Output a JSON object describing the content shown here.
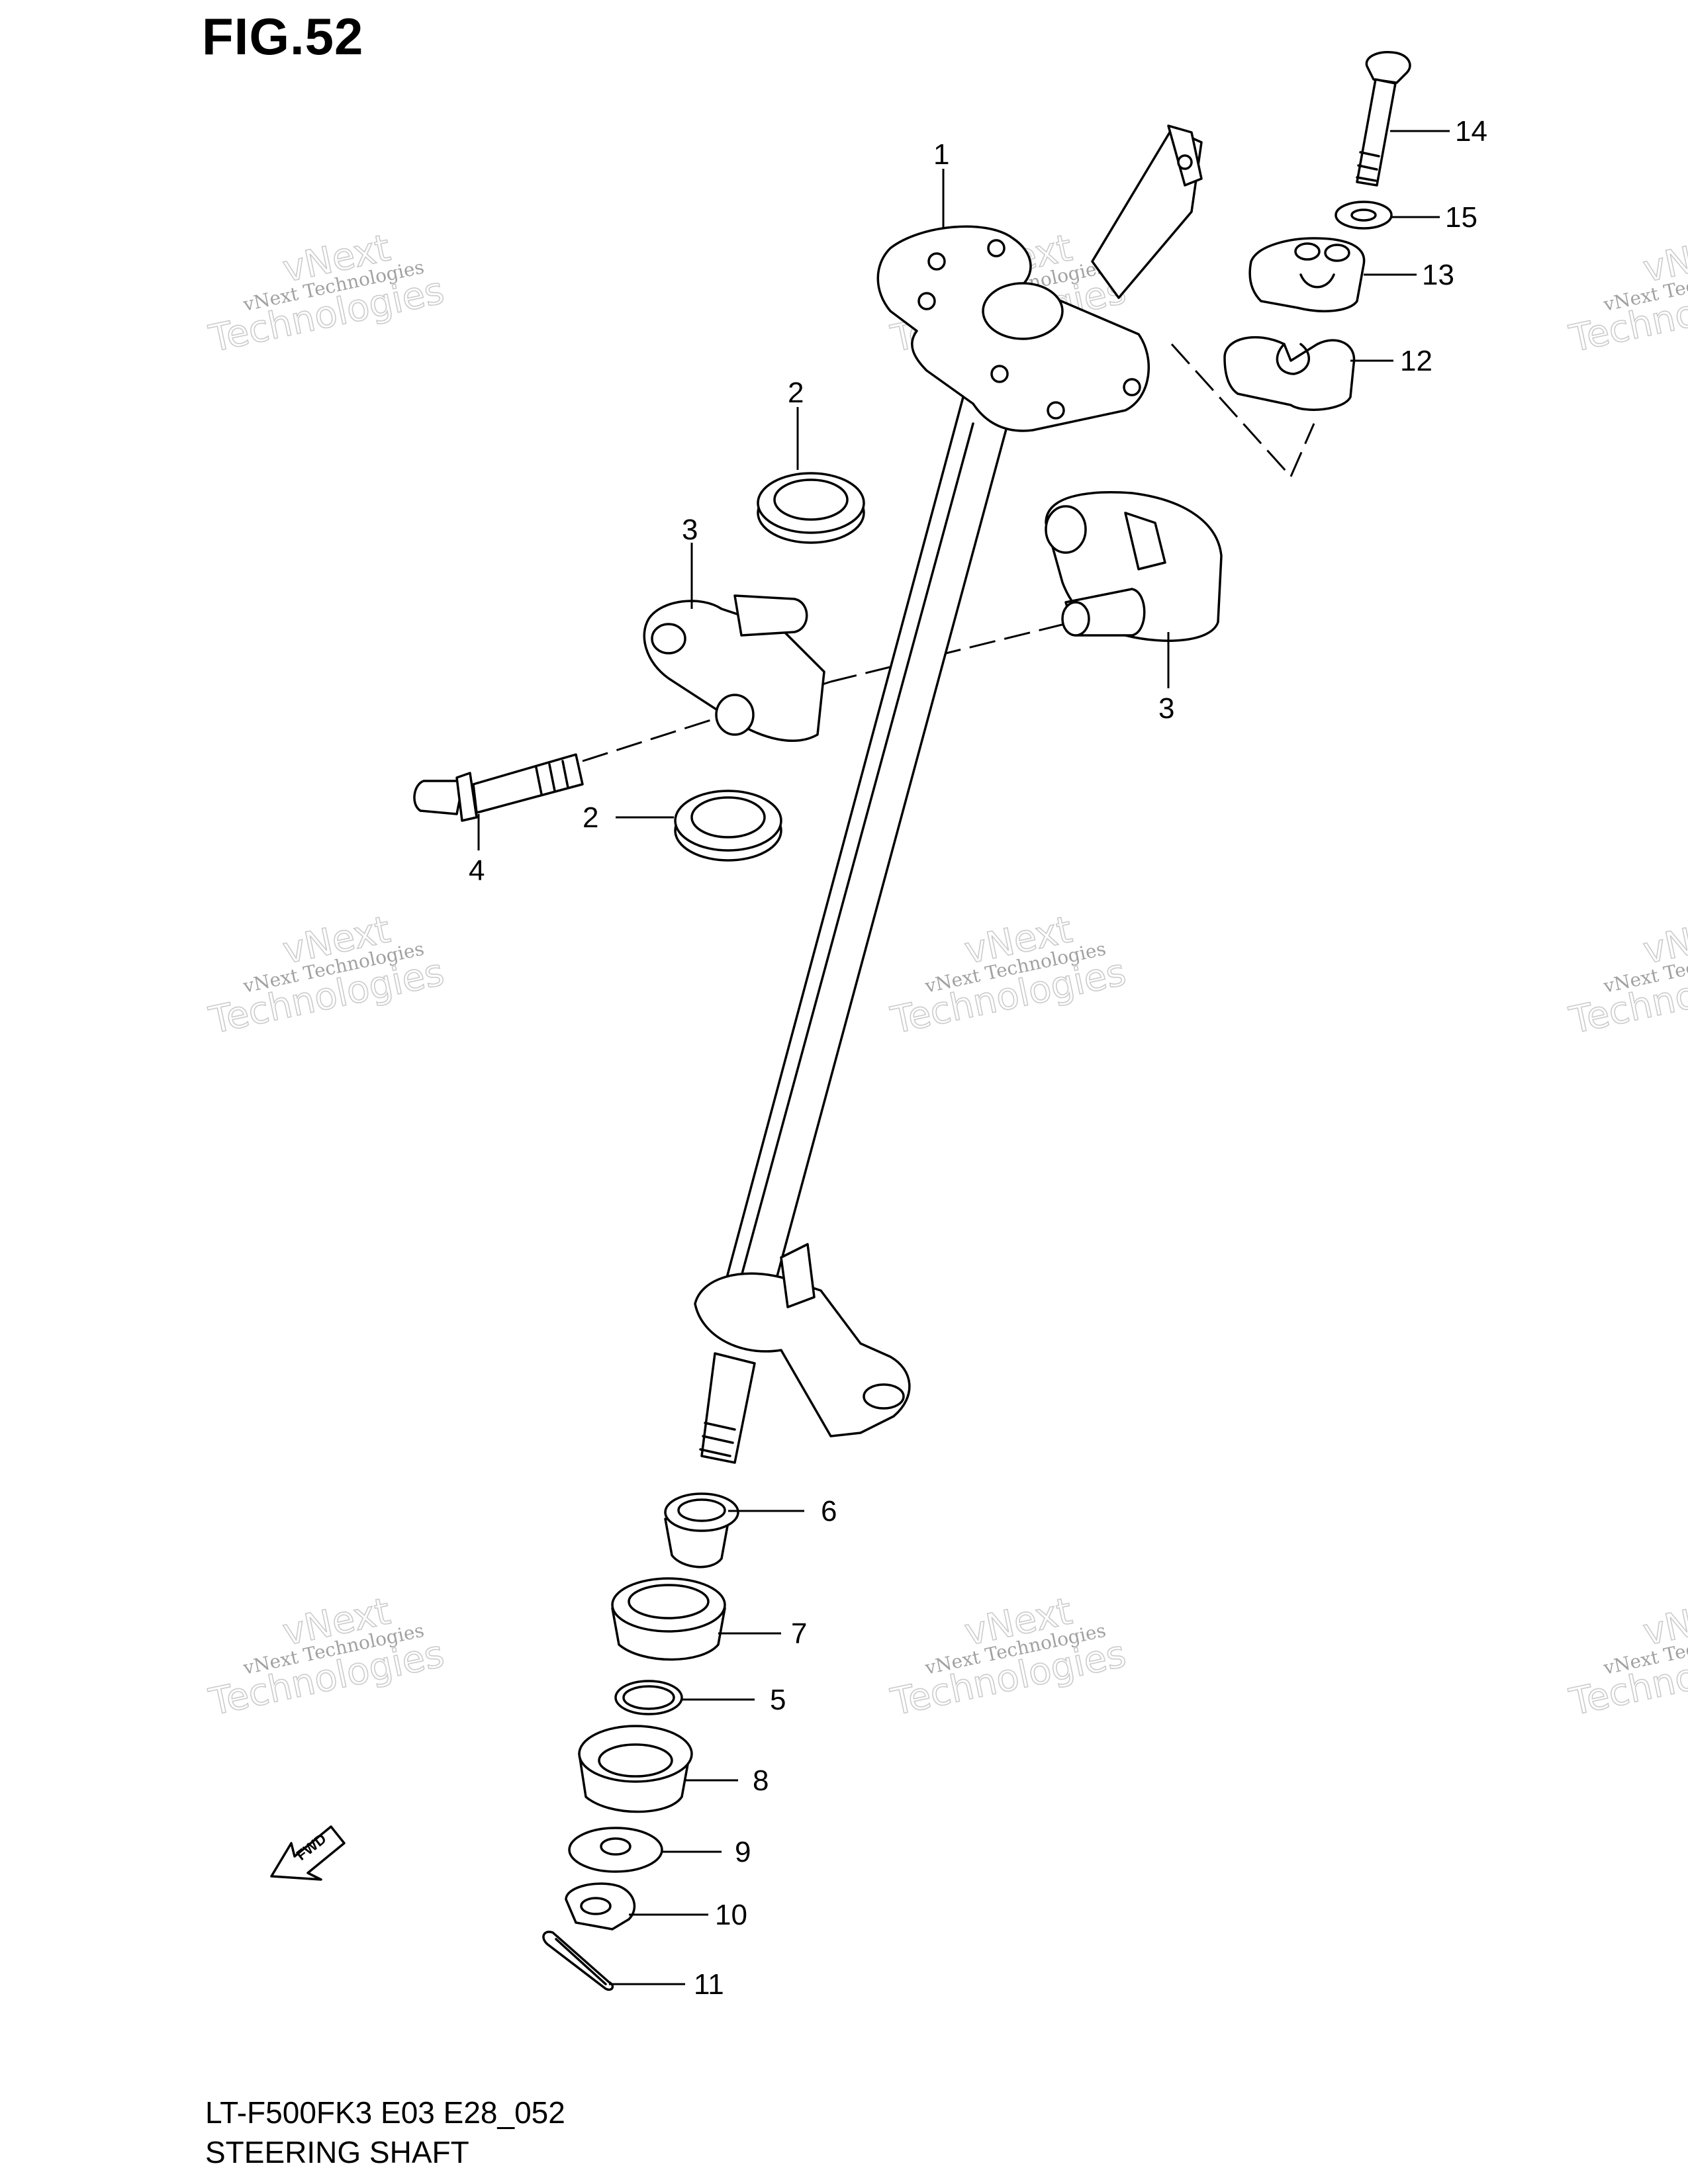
{
  "figure_label": "FIG.52",
  "model_code": "LT-F500FK3 E03 E28_052",
  "assembly_title": "STEERING SHAFT",
  "fwd_marker": "FWD",
  "callouts": [
    "1",
    "2",
    "2",
    "3",
    "3",
    "4",
    "5",
    "6",
    "7",
    "8",
    "9",
    "10",
    "11",
    "12",
    "13",
    "14",
    "15"
  ],
  "watermark": {
    "company": "vNext Technologies",
    "line1": "vNext",
    "line2": "Technologies"
  }
}
